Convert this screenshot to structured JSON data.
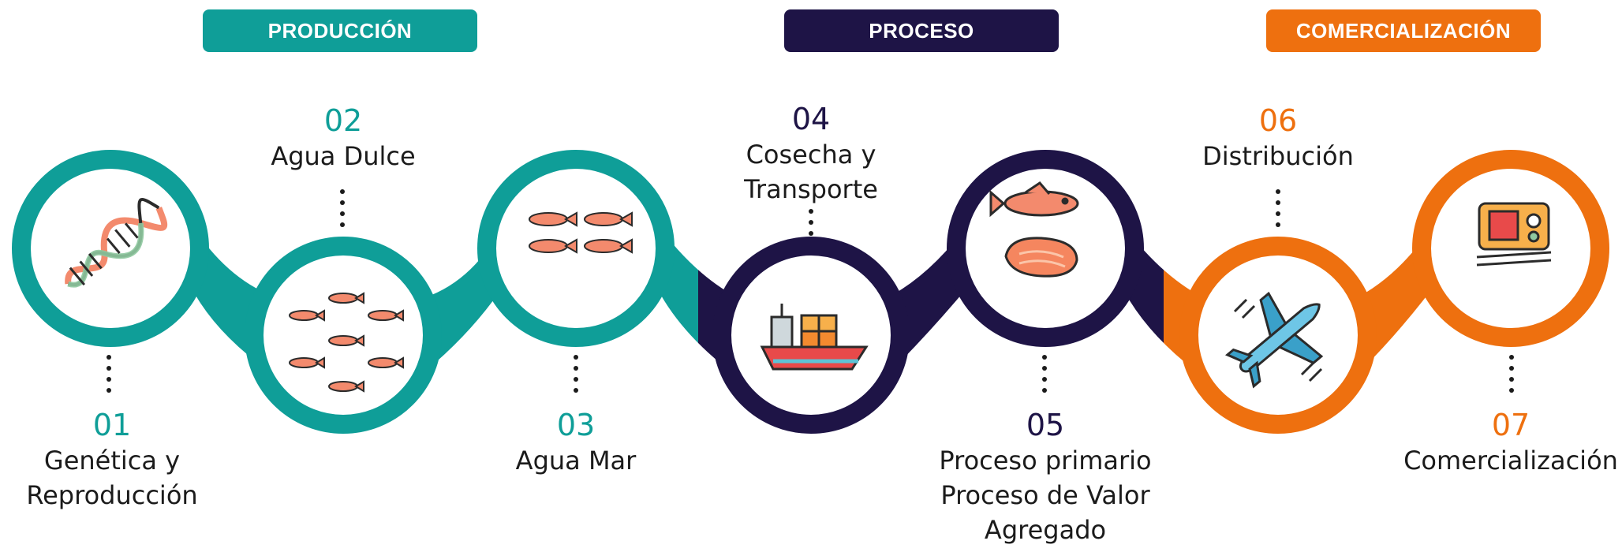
{
  "stage_headers": [
    {
      "label": "PRODUCCIÓN",
      "color": "#0f9e98"
    },
    {
      "label": "PROCESO",
      "color": "#1e1446"
    },
    {
      "label": "COMERCIALIZACIÓN",
      "color": "#ee700f"
    }
  ],
  "steps": [
    {
      "number": "01",
      "lines": [
        "Genética y",
        "Reproducción"
      ],
      "icon": "dna-icon"
    },
    {
      "number": "02",
      "lines": [
        "Agua Dulce"
      ],
      "icon": "small-fish-school-icon"
    },
    {
      "number": "03",
      "lines": [
        "Agua Mar"
      ],
      "icon": "salmon-school-icon"
    },
    {
      "number": "04",
      "lines": [
        "Cosecha y",
        "Transporte"
      ],
      "icon": "cargo-ship-icon"
    },
    {
      "number": "05",
      "lines": [
        "Proceso primario",
        "Proceso de Valor",
        "Agregado"
      ],
      "icon": "fish-fillet-icon"
    },
    {
      "number": "06",
      "lines": [
        "Distribución"
      ],
      "icon": "airplane-icon"
    },
    {
      "number": "07",
      "lines": [
        "Comercialización"
      ],
      "icon": "sushi-tray-icon"
    }
  ],
  "colors": {
    "teal": "#0f9e98",
    "navy": "#1e1446",
    "orange": "#ee700f",
    "salmon": "#f38a6d"
  }
}
